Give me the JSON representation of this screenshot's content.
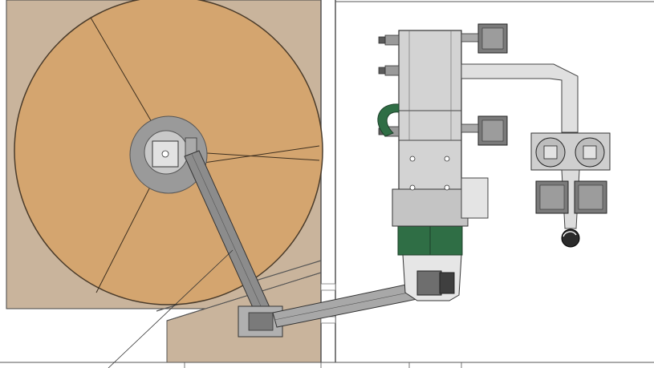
{
  "drawing": {
    "type": "plan-view technical drawing",
    "colors": {
      "background": "#ffffff",
      "floor_left": "#c9b49c",
      "bin_fill": "#d4a56f",
      "bin_stroke": "#4a3b2a",
      "center_hub": "#9a9a9a",
      "equipment_gray": "#c9c9c9",
      "equipment_dark": "#4a4a4a",
      "motor_box": "#7a7a7a",
      "green_hopper": "#2f6e45",
      "wall_line": "#555555"
    },
    "components": [
      "storage-bin",
      "sweep-auger",
      "transfer-conveyor",
      "main-conveyor-housing",
      "green-hopper",
      "boot-section",
      "duct-pipe",
      "twin-rotary-units",
      "drive-motors"
    ]
  }
}
